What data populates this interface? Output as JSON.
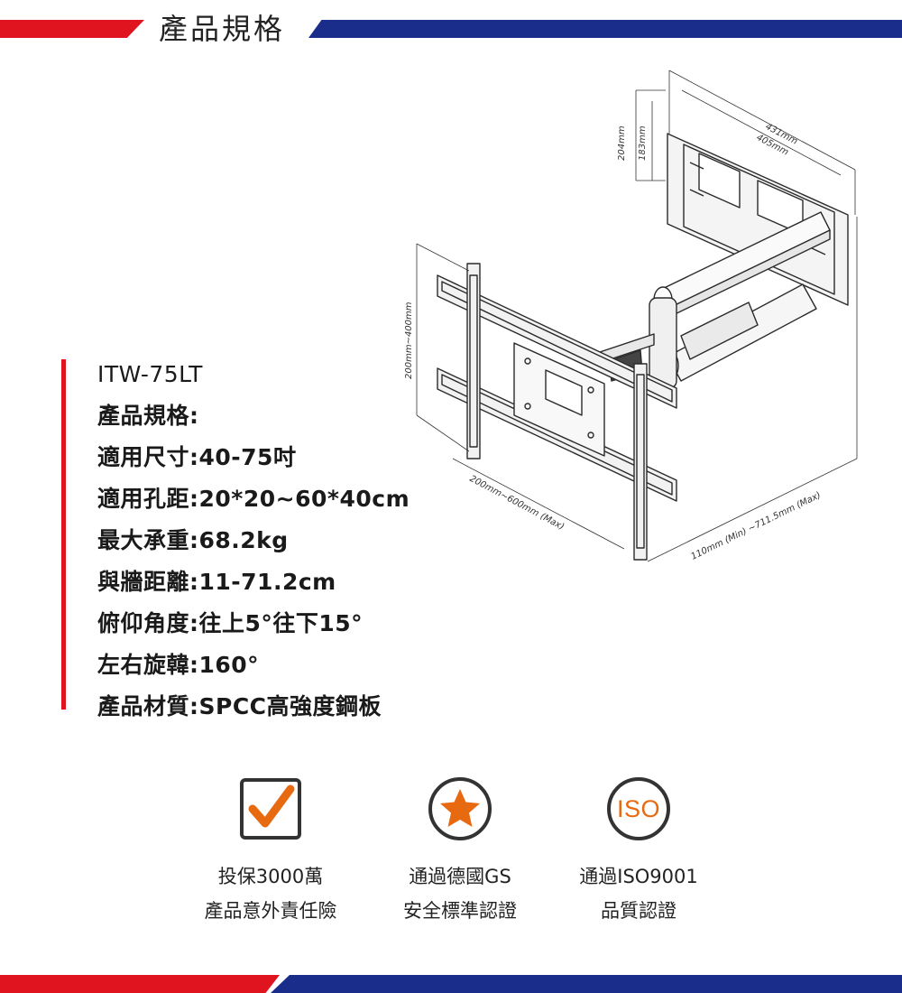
{
  "header": {
    "title": "產品規格"
  },
  "specs": {
    "model": "ITW-75LT",
    "items": [
      "產品規格:",
      "適用尺寸:40-75吋",
      "適用孔距:20*20~60*40cm",
      "最大承重:68.2kg",
      "與牆距離:11-71.2cm",
      "俯仰角度:往上5°往下15°",
      "左右旋韓:160°",
      "產品材質:SPCC高強度鋼板"
    ]
  },
  "diagram": {
    "dim_width_outer": "431mm",
    "dim_width_inner": "405mm",
    "dim_height_outer": "204mm",
    "dim_height_inner": "183mm",
    "dim_vesa_vertical": "200mm~400mm",
    "dim_vesa_horizontal": "200mm~600mm (Max)",
    "dim_extension": "110mm (Min) ~711.5mm (Max)"
  },
  "badges": [
    {
      "icon": "checkbox-check-icon",
      "line1": "投保3000萬",
      "line2": "產品意外責任險"
    },
    {
      "icon": "star-circle-icon",
      "line1": "通過德國GS",
      "line2": "安全標準認證"
    },
    {
      "icon": "iso-circle-icon",
      "icon_text": "ISO",
      "line1": "通過ISO9001",
      "line2": "品質認證"
    }
  ],
  "colors": {
    "red": "#e0141e",
    "blue": "#1b2d8a",
    "orange": "#e86a10",
    "dark": "#2a2a2a"
  }
}
